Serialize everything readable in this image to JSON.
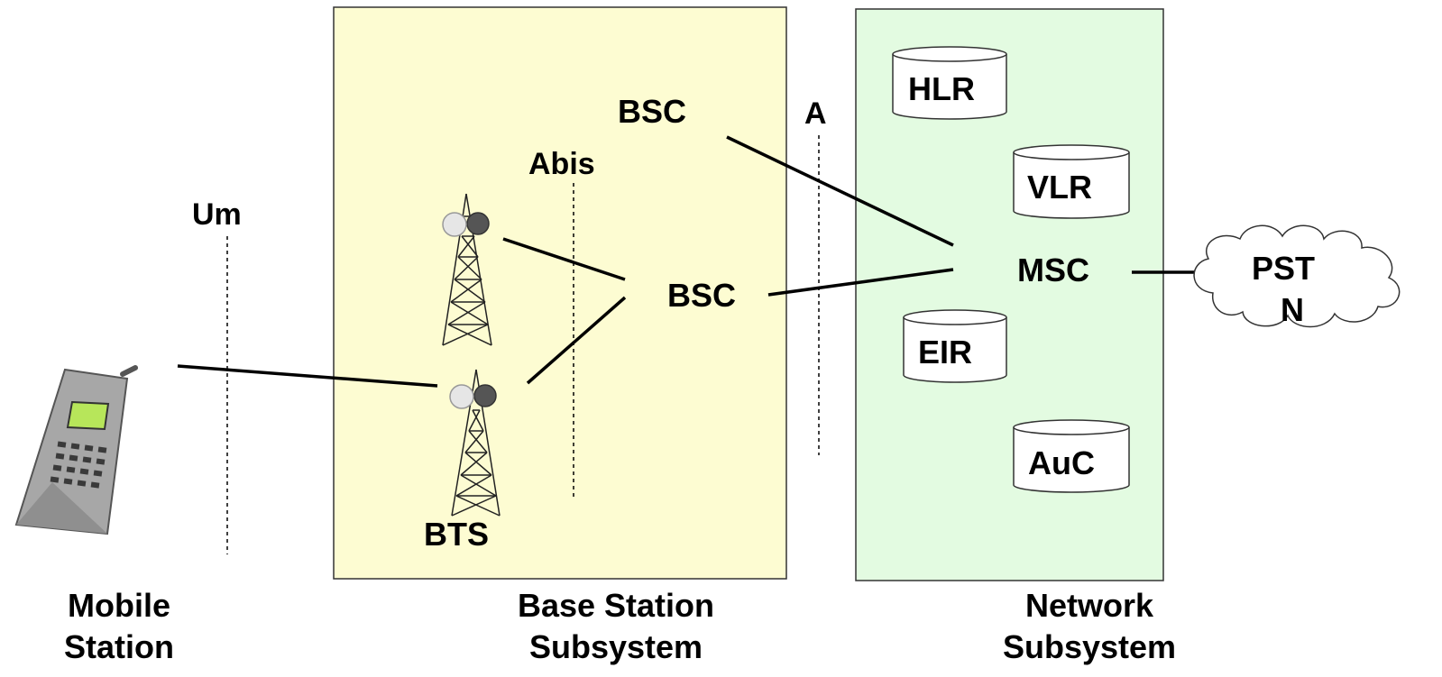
{
  "regions": {
    "bss": {
      "fill": "#fdfcd2",
      "stroke": "#333333"
    },
    "nss": {
      "fill": "#e3fbe1",
      "stroke": "#333333"
    }
  },
  "interfaces": {
    "um": "Um",
    "abis": "Abis",
    "a": "A"
  },
  "nodes": {
    "bsc_top": "BSC",
    "bsc_mid": "BSC",
    "bts": "BTS",
    "msc": "MSC",
    "hlr": "HLR",
    "vlr": "VLR",
    "eir": "EIR",
    "auc": "AuC",
    "pstn_line1": "PST",
    "pstn_line2": "N"
  },
  "captions": {
    "mobile_line1": "Mobile",
    "mobile_line2": "Station",
    "bss_line1": "Base Station",
    "bss_line2": "Subsystem",
    "nss_line1": "Network",
    "nss_line2": "Subsystem"
  },
  "icons": [
    "mobile-phone-icon",
    "antenna-tower-icon",
    "database-cylinder-icon",
    "cloud-icon"
  ],
  "colors": {
    "phone_body": "#a7a7a7",
    "phone_screen": "#b7e65a",
    "cylinder_fill": "#ffffff"
  }
}
